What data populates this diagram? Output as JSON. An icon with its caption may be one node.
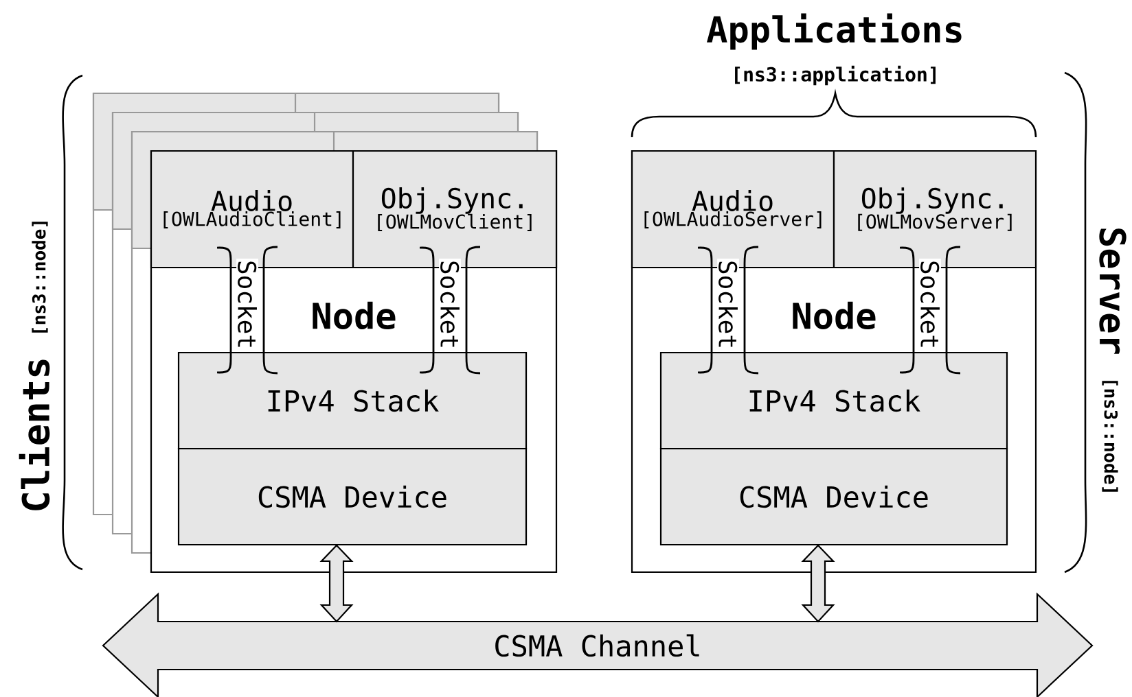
{
  "diagram": {
    "nodes": [
      {
        "text": [
          "Node"
        ]
      },
      {
        "text": [
          "Audio",
          "[OWLAudioClient]"
        ],
        "in": 0
      },
      {
        "text": [
          "Obj.Sync.",
          "[OWLMovClient]"
        ],
        "in": 0
      },
      {
        "text": [
          "IPv4 Stack"
        ],
        "in": 0
      },
      {
        "text": [
          "CSMA Device"
        ],
        "in": 0
      },
      {
        "text": [
          "Node"
        ]
      },
      {
        "text": [
          "Audio",
          "[OWLAudioServer]"
        ],
        "in": 5
      },
      {
        "text": [
          "Obj.Sync.",
          "[OWLMovServer]"
        ],
        "in": 5
      },
      {
        "text": [
          "IPv4 Stack"
        ],
        "in": 5
      },
      {
        "text": [
          "CSMA Device"
        ],
        "in": 5
      },
      {
        "text": [
          "CSMA Channel"
        ]
      }
    ],
    "edges": [
      {
        "from": 1,
        "to": 3,
        "arrow": "none",
        "label": "Socket"
      },
      {
        "from": 2,
        "to": 3,
        "arrow": "none",
        "label": "Socket"
      },
      {
        "from": 6,
        "to": 8,
        "arrow": "none",
        "label": "Socket"
      },
      {
        "from": 7,
        "to": 8,
        "arrow": "none",
        "label": "Socket"
      },
      {
        "from": 4,
        "to": 10,
        "arrow": "both"
      },
      {
        "from": 9,
        "to": 10,
        "arrow": "both"
      }
    ],
    "labels": [
      "Applications",
      "[ns3::application]",
      "Clients",
      "[ns3::node]",
      "Server",
      "[ns3::node]"
    ]
  }
}
